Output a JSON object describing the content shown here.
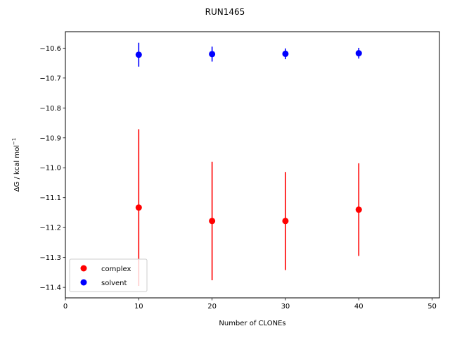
{
  "chart_data": {
    "type": "scatter",
    "title": "RUN1465",
    "xlabel": "Number of CLONEs",
    "ylabel": "ΔG / kcal mol",
    "ylabel_superscript": "−1",
    "xlim": [
      0,
      51
    ],
    "ylim": [
      -11.435,
      -10.545
    ],
    "xticks": [
      0,
      10,
      20,
      30,
      40,
      50
    ],
    "yticks": [
      -10.6,
      -10.7,
      -10.8,
      -10.9,
      -11.0,
      -11.1,
      -11.2,
      -11.3,
      -11.4
    ],
    "ytick_labels": [
      "−10.6",
      "−10.7",
      "−10.8",
      "−10.9",
      "−11.0",
      "−11.1",
      "−11.2",
      "−11.3",
      "−11.4"
    ],
    "xtick_labels": [
      "0",
      "10",
      "20",
      "30",
      "40",
      "50"
    ],
    "grid": false,
    "legend_position": "lower-left",
    "series": [
      {
        "name": "complex",
        "color": "#ff0000",
        "x": [
          10,
          20,
          30,
          40
        ],
        "y": [
          -11.133,
          -11.178,
          -11.178,
          -11.14
        ],
        "yerr": [
          0.262,
          0.198,
          0.164,
          0.155
        ]
      },
      {
        "name": "solvent",
        "color": "#0000ff",
        "x": [
          10,
          20,
          30,
          40
        ],
        "y": [
          -10.622,
          -10.62,
          -10.619,
          -10.617
        ],
        "yerr": [
          0.04,
          0.025,
          0.018,
          0.018
        ]
      }
    ]
  }
}
